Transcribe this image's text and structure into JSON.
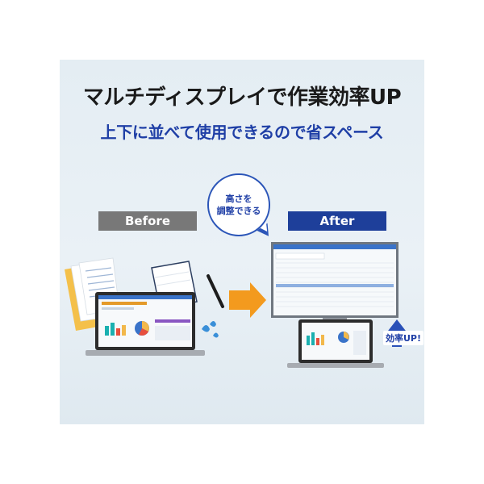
{
  "headline": "マルチディスプレイで作業効率UP",
  "subline": "上下に並べて使用できるので省スペース",
  "before_label": "Before",
  "after_label": "After",
  "bubble": {
    "line1": "高さを",
    "line2": "調整できる"
  },
  "efficiency_badge": "効率UP!",
  "screen_title_before": "チャネル マーケティング予算",
  "screen_title_after": "チャネル マーケティング予算",
  "colors": {
    "accent_blue": "#1f3fa6",
    "before_gray": "#787878",
    "after_navy": "#1e3f9a",
    "arrow_orange": "#f39a1e"
  }
}
